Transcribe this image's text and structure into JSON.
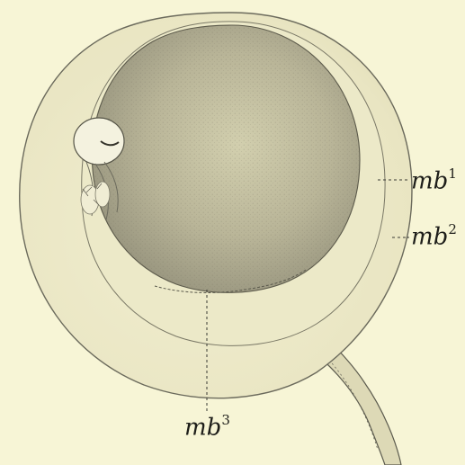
{
  "labels": {
    "mb1": {
      "base": "mb",
      "sup": "1"
    },
    "mb2": {
      "base": "mb",
      "sup": "2"
    },
    "mb3": {
      "base": "mb",
      "sup": "3"
    }
  },
  "colors": {
    "background": "#f7f5d6",
    "outer_membrane": "#ebe7c3",
    "inner_membrane": "#e9e6c5",
    "yolk_light": "#c9c5a5",
    "yolk_dark": "#9d9a83",
    "outline": "#6b6a5c",
    "leader": "#3a3a34"
  }
}
